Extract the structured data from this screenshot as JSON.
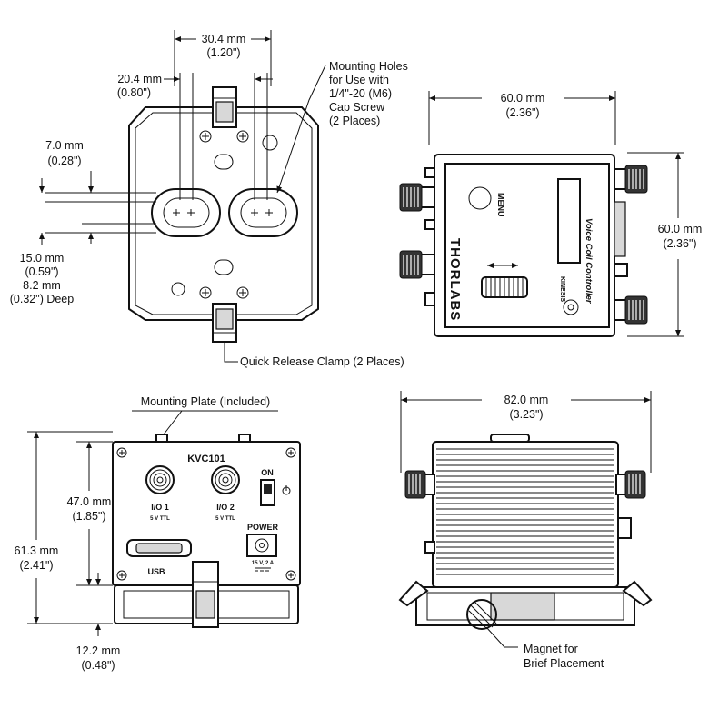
{
  "top_left_view": {
    "dim_spacing": {
      "value": "30.4 mm",
      "alt": "(1.20\")"
    },
    "dim_slot": {
      "value": "20.4 mm",
      "alt": "(0.80\")"
    },
    "dim_height": {
      "value": "7.0 mm",
      "alt": "(0.28\")"
    },
    "dim_offset": {
      "value": "15.0 mm",
      "alt": "(0.59\")"
    },
    "dim_depth": {
      "value": "8.2 mm",
      "alt": "(0.32\") Deep"
    },
    "note_holes": [
      "Mounting Holes",
      "for Use with",
      "1/4\"-20 (M6)",
      "Cap Screw",
      "(2 Places)"
    ],
    "note_clamp": "Quick Release Clamp (2 Places)"
  },
  "top_right_view": {
    "dim_width": {
      "value": "60.0 mm",
      "alt": "(2.36\")"
    },
    "dim_height": {
      "value": "60.0 mm",
      "alt": "(2.36\")"
    },
    "menu_label": "MENU",
    "brand": "THORLABS",
    "product_label": "Voice Coil Controller",
    "kinesis_label": "KINESIS"
  },
  "bottom_left_view": {
    "plate_label": "Mounting Plate (Included)",
    "model": "KVC101",
    "io1_label": "I/O 1",
    "io1_sub": "5 V TTL",
    "io2_label": "I/O 2",
    "io2_sub": "5 V TTL",
    "on_label": "ON",
    "power_label": "POWER",
    "power_spec": "15 V, 2 A",
    "usb_label": "USB",
    "dim_47": {
      "value": "47.0 mm",
      "alt": "(1.85\")"
    },
    "dim_61": {
      "value": "61.3 mm",
      "alt": "(2.41\")"
    },
    "dim_12": {
      "value": "12.2 mm",
      "alt": "(0.48\")"
    }
  },
  "bottom_right_view": {
    "dim_width": {
      "value": "82.0 mm",
      "alt": "(3.23\")"
    },
    "note_magnet": [
      "Magnet for",
      "Brief Placement"
    ]
  }
}
